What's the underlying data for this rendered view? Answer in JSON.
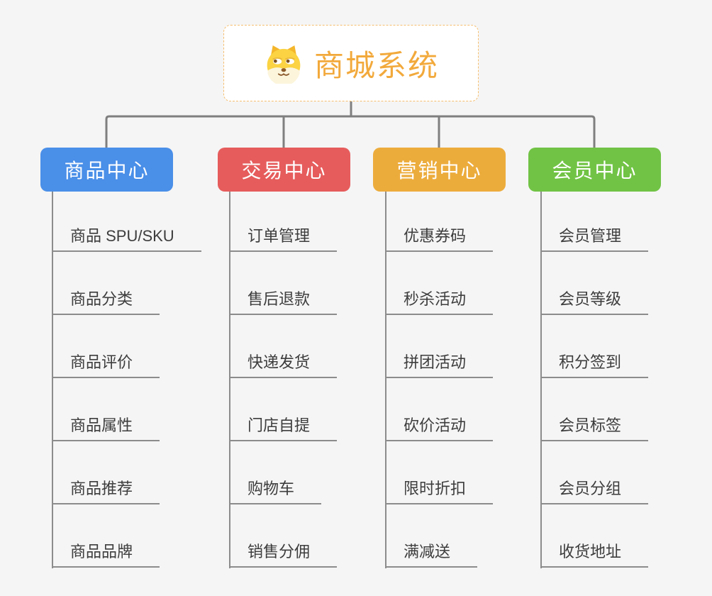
{
  "canvas": {
    "background": "#F5F5F5",
    "connector_color": "#7F7F7F",
    "child_line_color": "#8C8C8C",
    "child_text_color": "#3D3D3D"
  },
  "root": {
    "title": "商城系统",
    "icon": "dog-face-icon",
    "background": "#FFFFFF",
    "text_color": "#F2A93B",
    "border_color": "#F5BE6E"
  },
  "branches": [
    {
      "label": "商品中心",
      "color": "#4A8FE8",
      "children": [
        "商品 SPU/SKU",
        "商品分类",
        "商品评价",
        "商品属性",
        "商品推荐",
        "商品品牌"
      ]
    },
    {
      "label": "交易中心",
      "color": "#E65C5C",
      "children": [
        "订单管理",
        "售后退款",
        "快递发货",
        "门店自提",
        "购物车",
        "销售分佣"
      ]
    },
    {
      "label": "营销中心",
      "color": "#ECAC3C",
      "children": [
        "优惠券码",
        "秒杀活动",
        "拼团活动",
        "砍价活动",
        "限时折扣",
        "满减送"
      ]
    },
    {
      "label": "会员中心",
      "color": "#71C345",
      "children": [
        "会员管理",
        "会员等级",
        "积分签到",
        "会员标签",
        "会员分组",
        "收货地址"
      ]
    }
  ]
}
